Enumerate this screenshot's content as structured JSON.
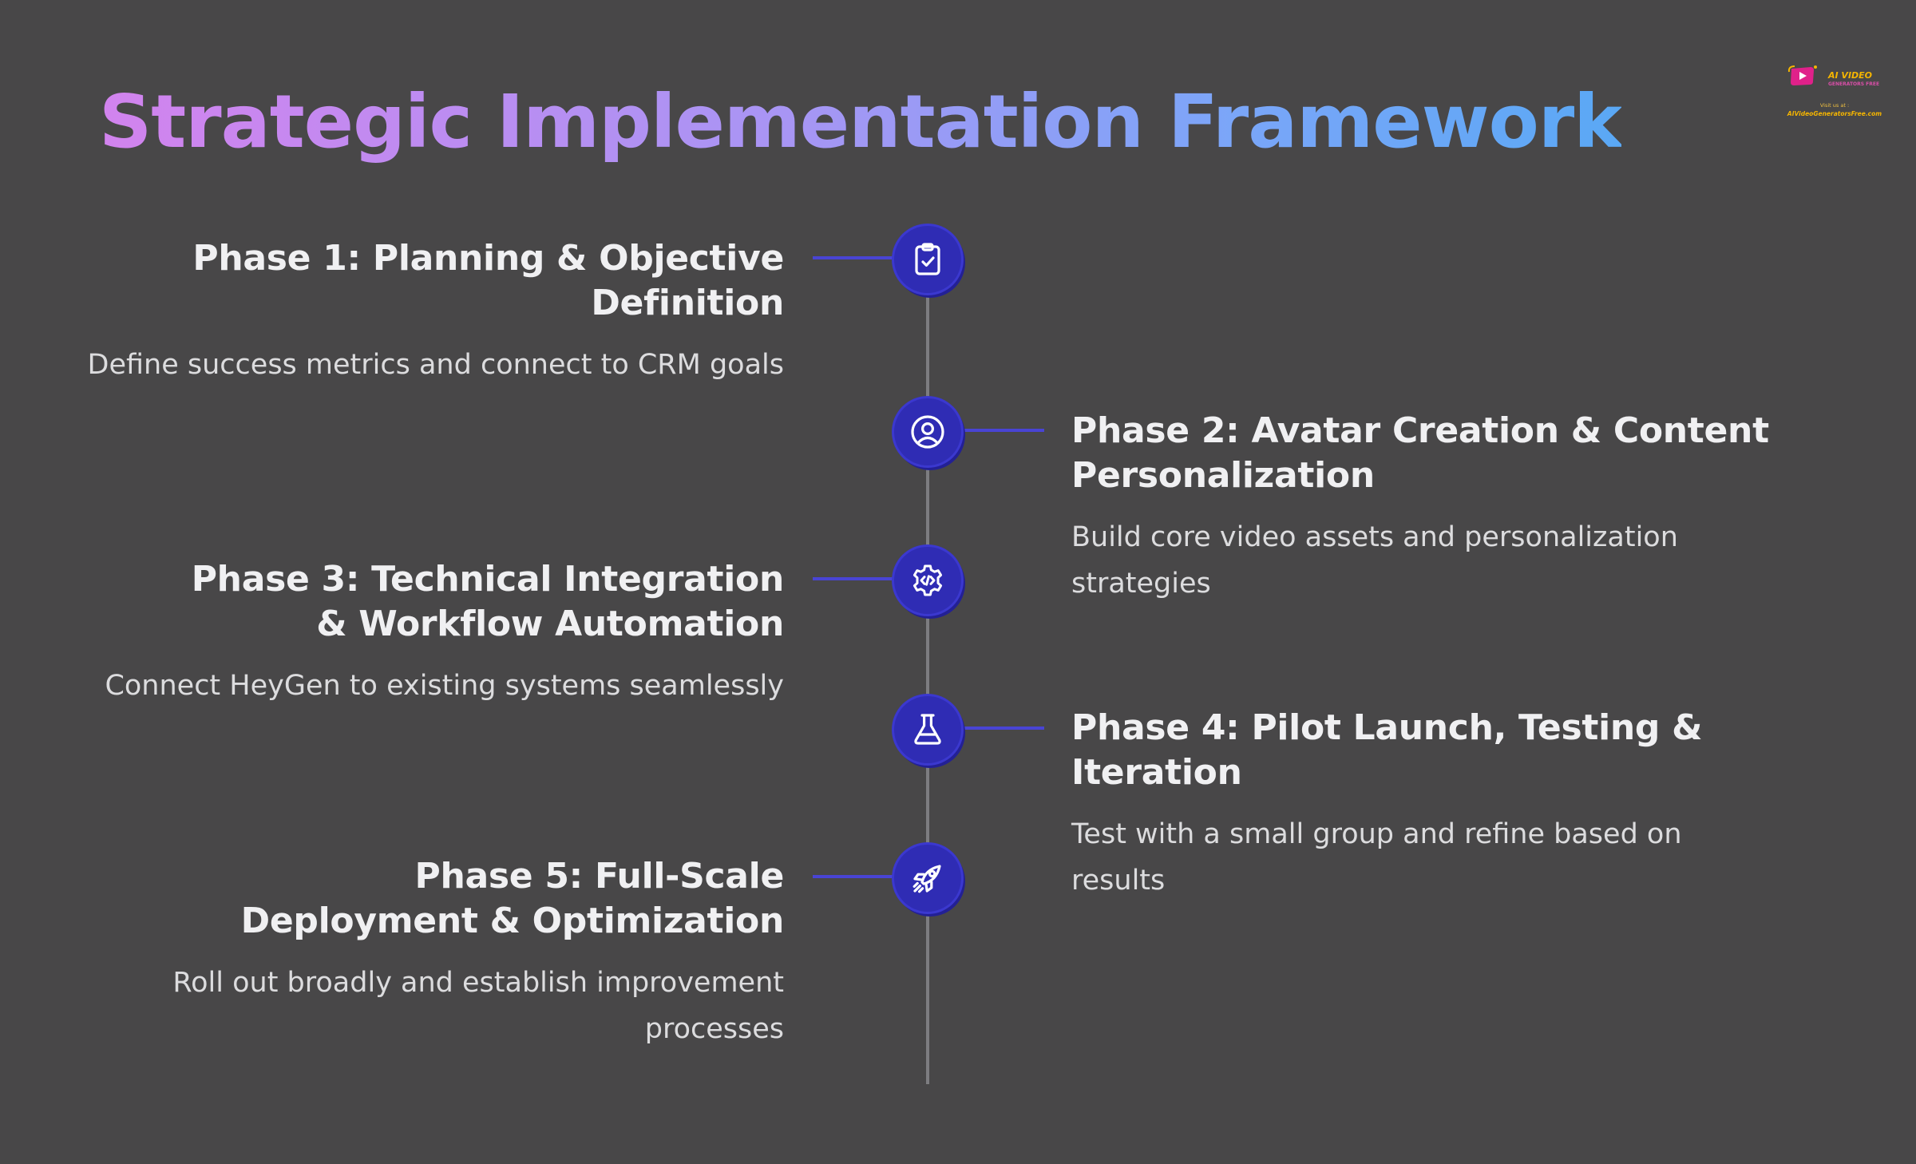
{
  "title": "Strategic Implementation Framework",
  "logo": {
    "name": "AI VIDEO",
    "sub": "GENERATORS FREE",
    "visit": "Visit us at :",
    "url": "AIVideoGeneratorsFree.com"
  },
  "colors": {
    "background": "#484748",
    "title_gradient_start": "#d283ee",
    "title_gradient_end": "#5aa8f5",
    "node_fill": "#2f2cb4",
    "connector": "#4944d4",
    "spine": "#7d7d80"
  },
  "phases": [
    {
      "side": "left",
      "icon": "clipboard-check-icon",
      "title": "Phase 1: Planning & Objective Definition",
      "description": "Define success metrics and connect to CRM goals"
    },
    {
      "side": "right",
      "icon": "user-circle-icon",
      "title": "Phase 2: Avatar Creation & Content Personalization",
      "description": "Build core video assets and personalization strategies"
    },
    {
      "side": "left",
      "icon": "gear-code-icon",
      "title": "Phase 3: Technical Integration & Workflow Automation",
      "description": "Connect HeyGen to existing systems seamlessly"
    },
    {
      "side": "right",
      "icon": "flask-icon",
      "title": "Phase 4: Pilot Launch, Testing & Iteration",
      "description": "Test with a small group and refine based on results"
    },
    {
      "side": "left",
      "icon": "rocket-icon",
      "title": "Phase 5: Full-Scale Deployment & Optimization",
      "description": "Roll out broadly and establish improvement processes"
    }
  ]
}
